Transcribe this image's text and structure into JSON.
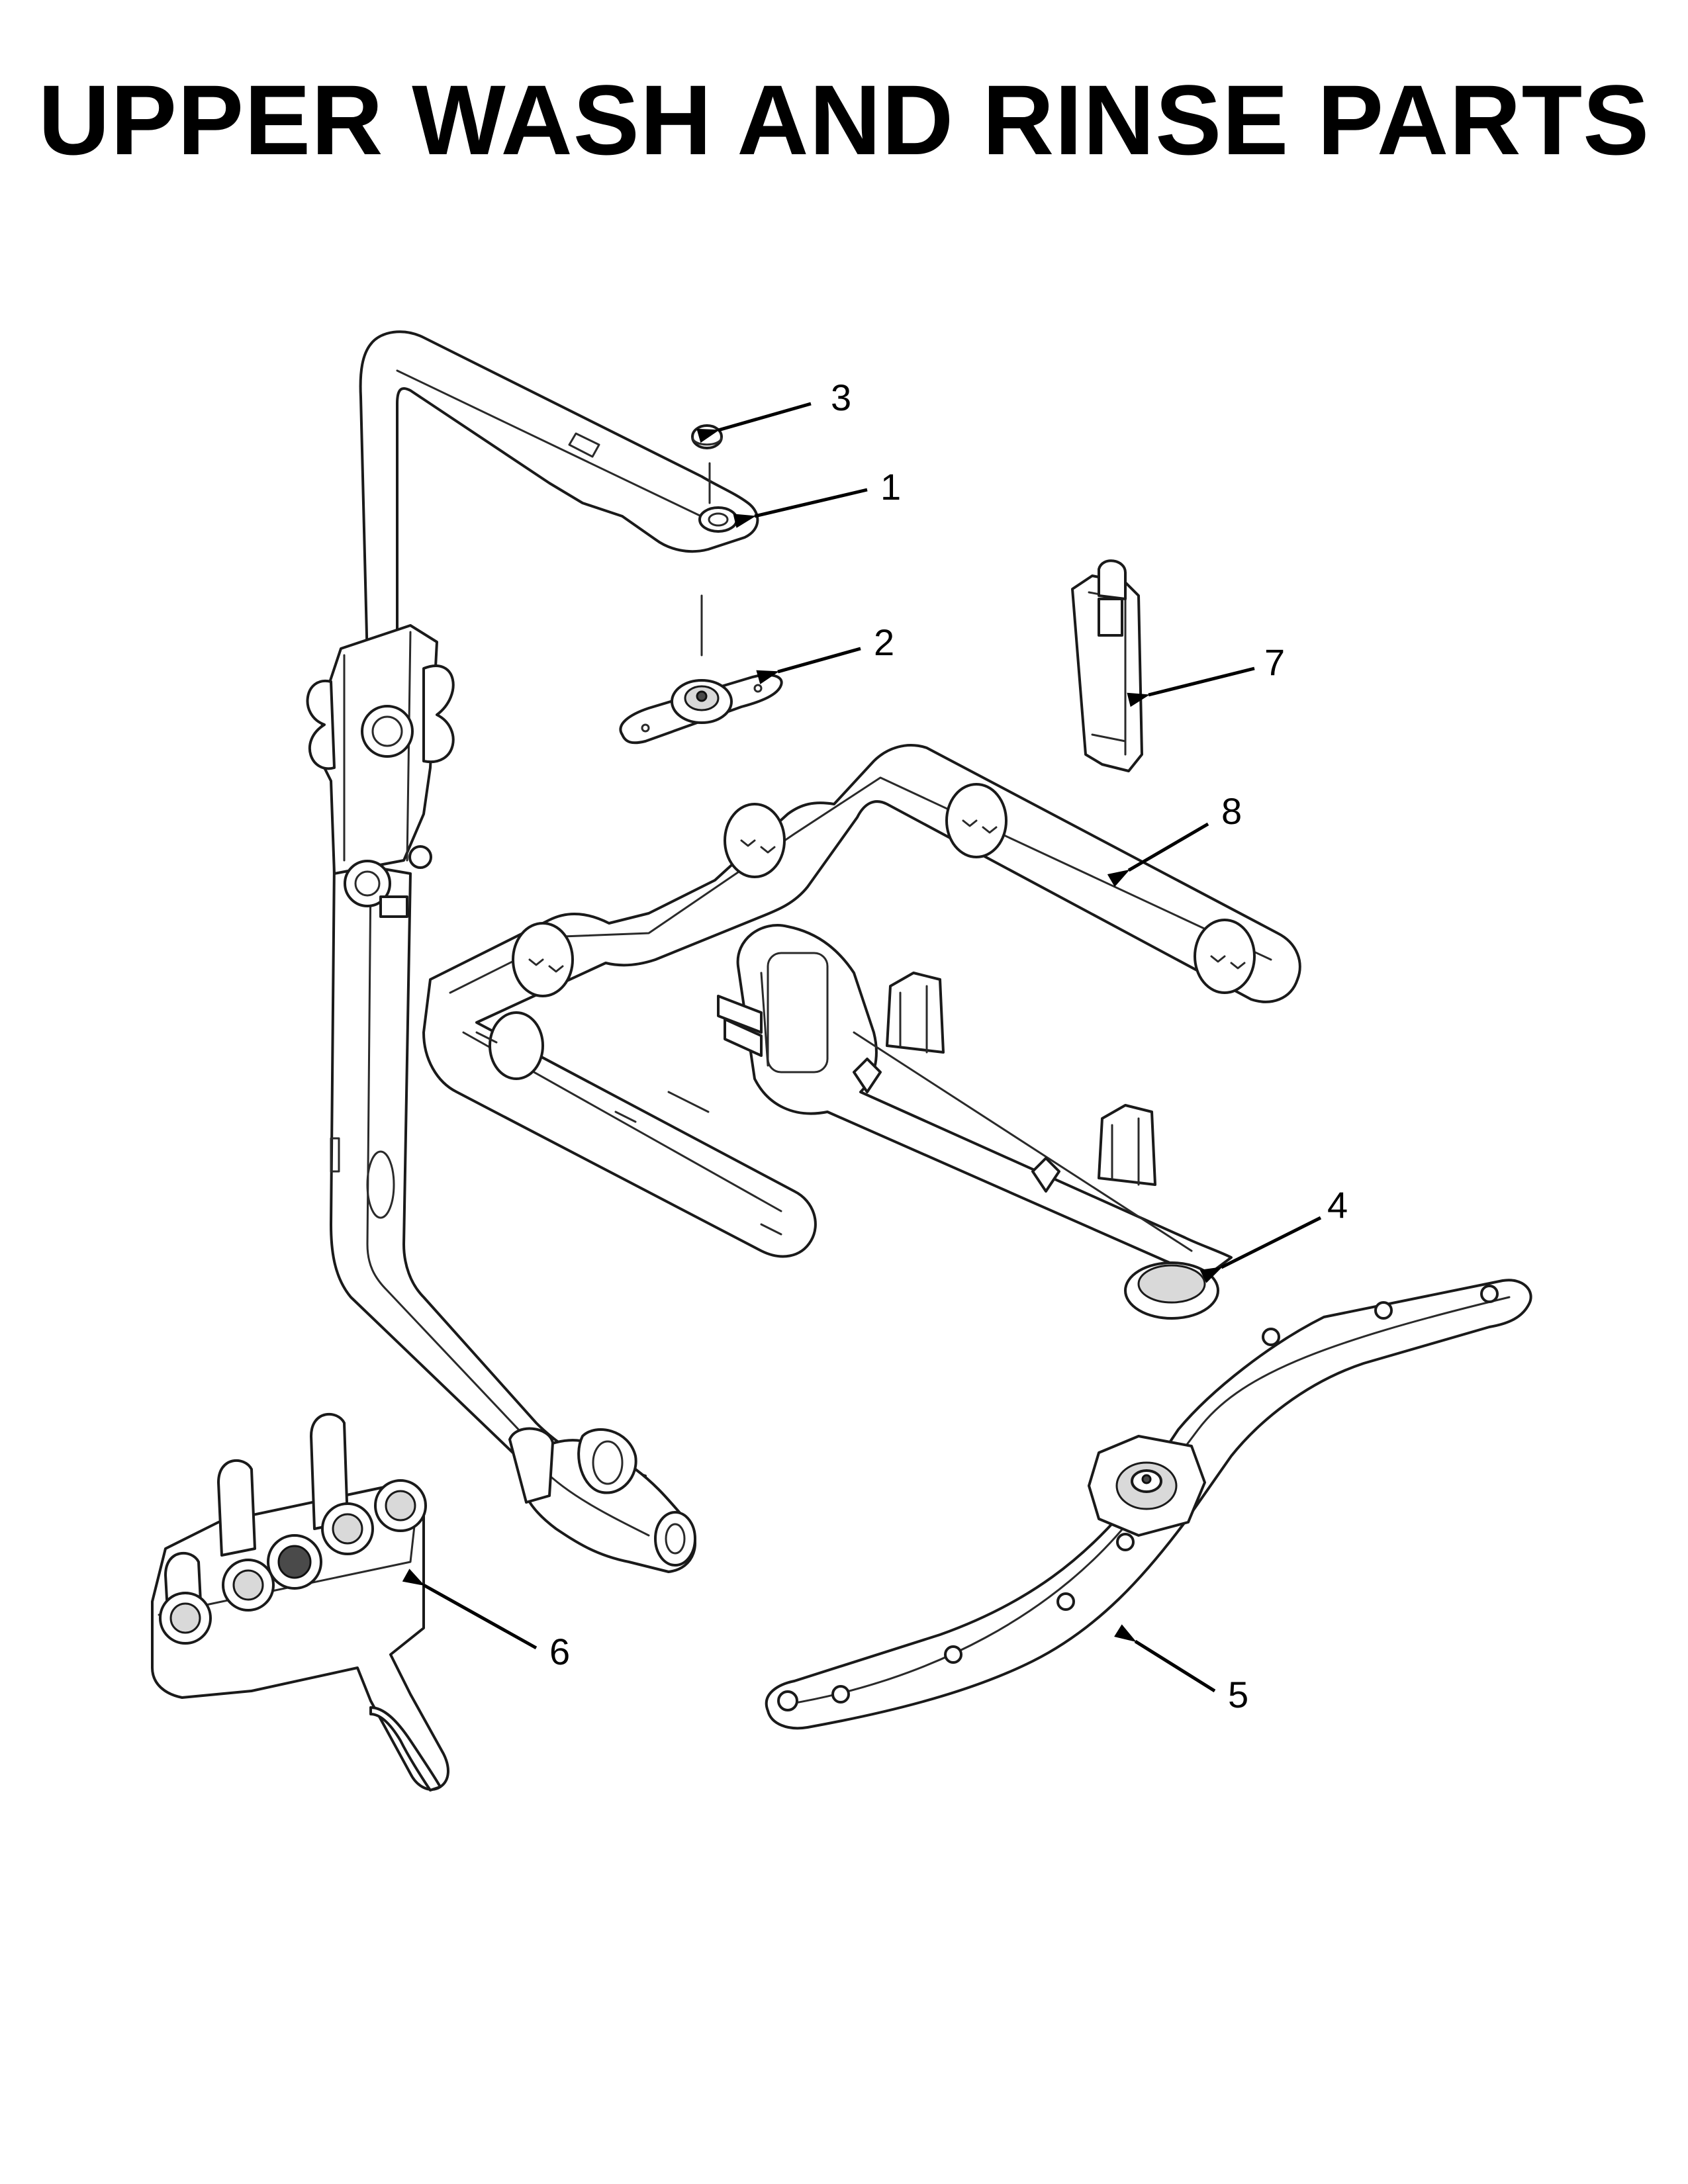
{
  "title": "UPPER WASH AND RINSE PARTS",
  "callouts": [
    {
      "number": "1"
    },
    {
      "number": "2"
    },
    {
      "number": "3"
    },
    {
      "number": "4"
    },
    {
      "number": "5"
    },
    {
      "number": "6"
    },
    {
      "number": "7"
    },
    {
      "number": "8"
    }
  ]
}
